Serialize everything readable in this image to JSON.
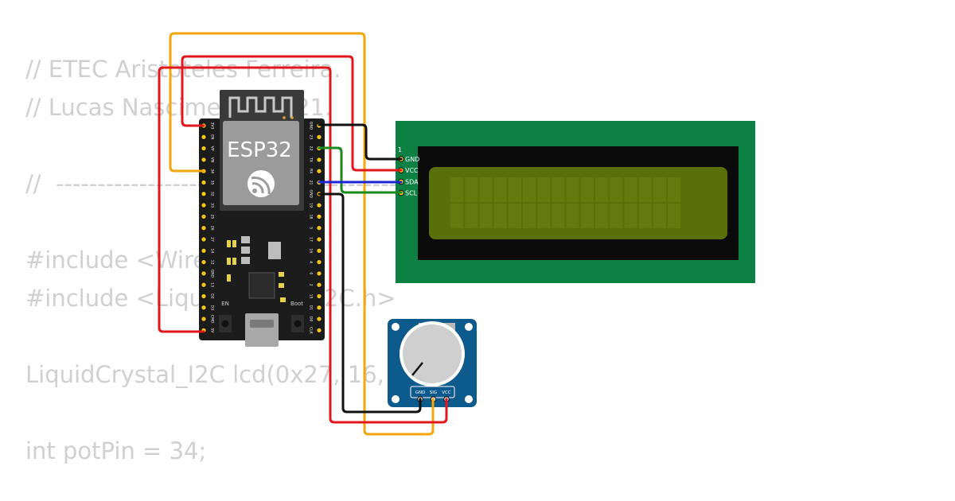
{
  "code": {
    "lines": [
      "// ETEC Aristoteles Ferreira.",
      "// Lucas Nascimento 2021.",
      "",
      "//  -----------------------------------------",
      "",
      "#include <Wire.h>",
      "#include <LiquidCrystal_I2C.h>",
      "",
      "LiquidCrystal_I2C lcd(0x27, 16, 2);",
      "",
      "int potPin = 34;"
    ]
  },
  "esp32": {
    "label": "ESP32",
    "en_label": "EN",
    "boot_label": "Boot",
    "left_pins": [
      "3V3",
      "EN",
      "VP",
      "VN",
      "34",
      "35",
      "32",
      "33",
      "25",
      "26",
      "27",
      "14",
      "12",
      "GND",
      "13",
      "D2",
      "D3",
      "CMD",
      "5V"
    ],
    "right_pins": [
      "GND",
      "23",
      "22",
      "TX",
      "RX",
      "21",
      "GND",
      "19",
      "18",
      "5",
      "17",
      "16",
      "4",
      "0",
      "2",
      "15",
      "D1",
      "D0",
      "CLK"
    ]
  },
  "lcd": {
    "pin_number": "1",
    "pins": [
      "GND",
      "VCC",
      "SDA",
      "SCL"
    ]
  },
  "potentiometer": {
    "pins": [
      "GND",
      "SIG",
      "VCC"
    ]
  },
  "colors": {
    "wire_red": "#e2171c",
    "wire_orange": "#f4a60d",
    "wire_black": "#111111",
    "wire_green": "#1a8a1a",
    "wire_blue": "#1a23d6",
    "board": "#1c1c1c",
    "lcd_pcb": "#0d8043",
    "lcd_bezel": "#0b0b0b",
    "lcd_screen": "#5a6e09",
    "pot_pcb": "#0d5a8c",
    "knob": "#cfcfcf",
    "code_text": "#d0d0d0"
  }
}
